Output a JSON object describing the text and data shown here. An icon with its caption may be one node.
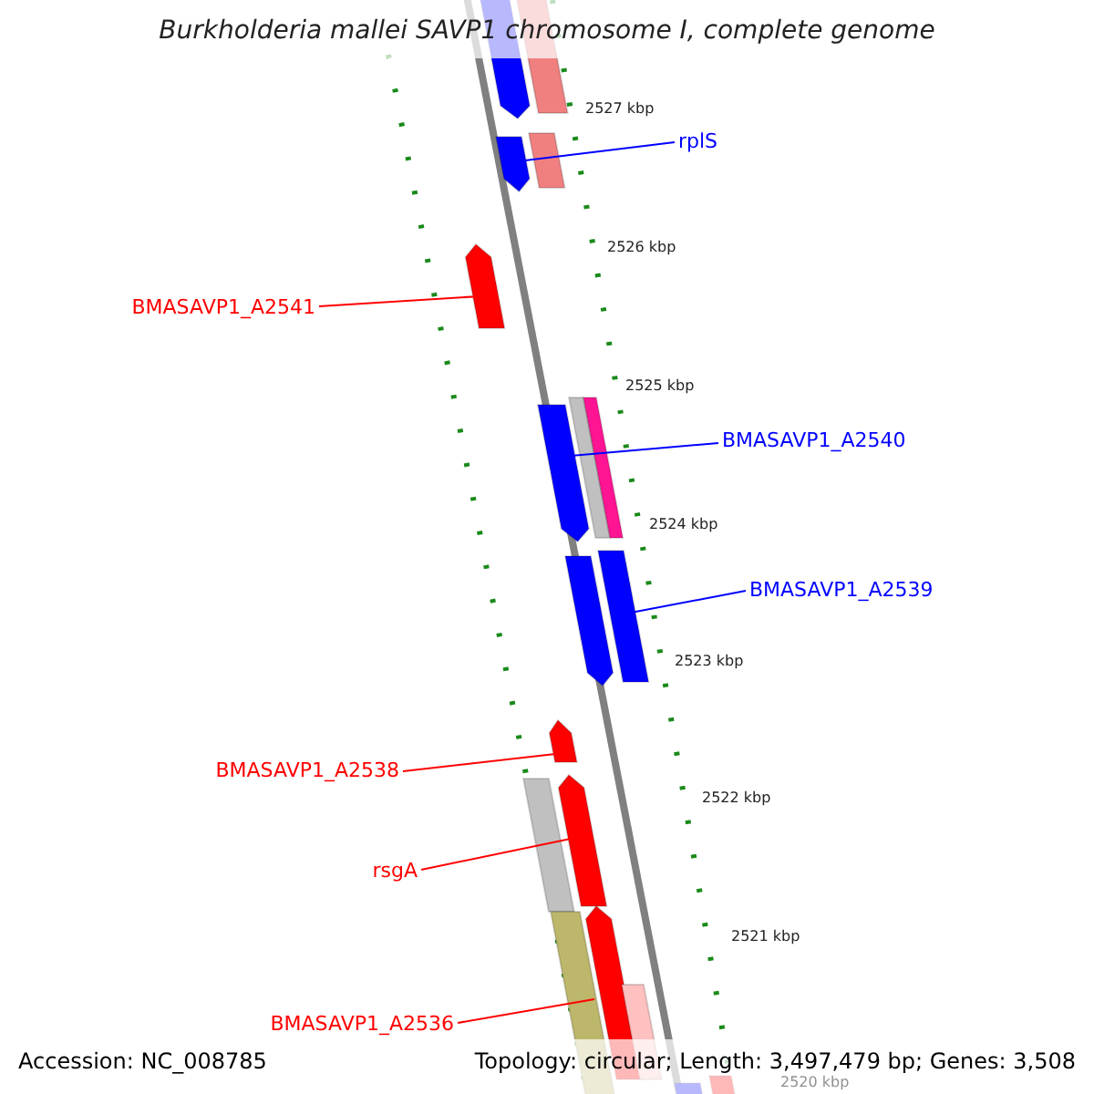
{
  "diagram": {
    "title": "Burkholderia mallei SAVP1 chromosome I, complete genome",
    "nodes": [
      {
        "text": [],
        "shape": "arrow"
      },
      {
        "text": [],
        "shape": "bar"
      },
      {
        "text": [],
        "shape": "arrow"
      },
      {
        "text": [],
        "shape": "bar"
      },
      {
        "text": [
          "rplS"
        ]
      },
      {
        "text": [],
        "shape": "arrow"
      },
      {
        "text": [
          "BMASAVP1_A2541"
        ]
      },
      {
        "text": [],
        "shape": "arrow"
      },
      {
        "text": [],
        "shape": "bar"
      },
      {
        "text": [],
        "shape": "bar"
      },
      {
        "text": [
          "BMASAVP1_A2540"
        ]
      },
      {
        "text": [],
        "shape": "arrow"
      },
      {
        "text": [],
        "shape": "bar"
      },
      {
        "text": [
          "BMASAVP1_A2539"
        ]
      },
      {
        "text": [],
        "shape": "arrow"
      },
      {
        "text": [
          "BMASAVP1_A2538"
        ]
      },
      {
        "text": [],
        "shape": "bar"
      },
      {
        "text": [],
        "shape": "arrow"
      },
      {
        "text": [
          "rsgA"
        ]
      },
      {
        "text": [],
        "shape": "bar"
      },
      {
        "text": [],
        "shape": "arrow"
      },
      {
        "text": [],
        "shape": "bar"
      },
      {
        "text": [
          "BMASAVP1_A2536"
        ]
      },
      {
        "text": [],
        "shape": "bar"
      },
      {
        "text": [],
        "shape": "bar"
      }
    ],
    "edges": [
      {
        "from": 4,
        "to": 2,
        "arrow": "none",
        "color": "#0000ff"
      },
      {
        "from": 6,
        "to": 5,
        "arrow": "none"
      },
      {
        "from": 10,
        "to": 7,
        "arrow": "none",
        "color": "#0000ff"
      },
      {
        "from": 13,
        "to": 12,
        "arrow": "none",
        "color": "#0000ff"
      },
      {
        "from": 15,
        "to": 14,
        "arrow": "none"
      },
      {
        "from": 18,
        "to": 17,
        "arrow": "none"
      },
      {
        "from": 22,
        "to": 20,
        "arrow": "none"
      }
    ],
    "labels": [
      "2527 kbp",
      "2526 kbp",
      "2525 kbp",
      "2524 kbp",
      "2523 kbp",
      "2522 kbp",
      "2521 kbp",
      "2520 kbp",
      "Accession: NC_008785",
      "Topology: circular; Length: 3,497,479 bp; Genes: 3,508"
    ]
  }
}
